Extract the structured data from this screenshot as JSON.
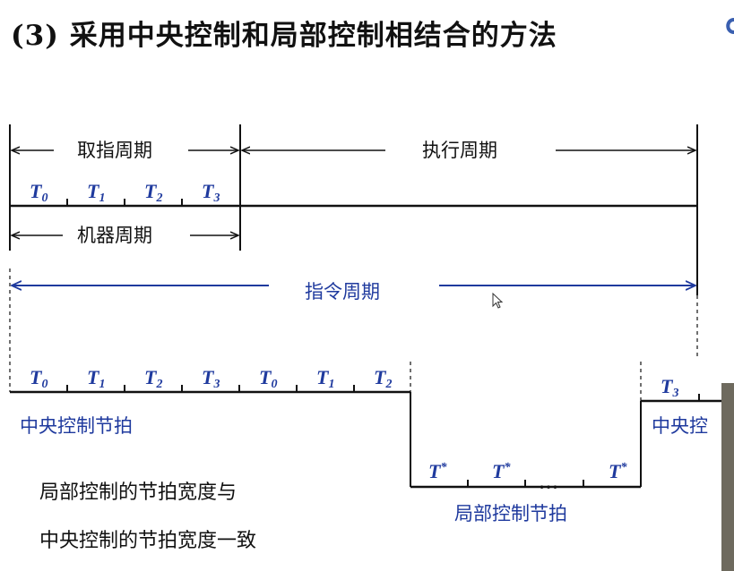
{
  "title": "(3) 采用中央控制和局部控制相结合的方法",
  "top_diagram": {
    "fetch_period_label": "取指周期",
    "execute_period_label": "执行周期",
    "machine_cycle_label": "机器周期",
    "instruction_cycle_label": "指令周期",
    "fetch_ticks": [
      {
        "base": "T",
        "sub": "0"
      },
      {
        "base": "T",
        "sub": "1"
      },
      {
        "base": "T",
        "sub": "2"
      },
      {
        "base": "T",
        "sub": "3"
      }
    ]
  },
  "bottom_diagram": {
    "central_ticks": [
      {
        "base": "T",
        "sub": "0"
      },
      {
        "base": "T",
        "sub": "1"
      },
      {
        "base": "T",
        "sub": "2"
      },
      {
        "base": "T",
        "sub": "3"
      },
      {
        "base": "T",
        "sub": "0"
      },
      {
        "base": "T",
        "sub": "1"
      },
      {
        "base": "T",
        "sub": "2"
      }
    ],
    "resume_tick": {
      "base": "T",
      "sub": "3"
    },
    "local_ticks": [
      {
        "base": "T",
        "sup": "*"
      },
      {
        "base": "T",
        "sup": "*"
      },
      {
        "base": "T",
        "sup": "*"
      }
    ],
    "ellipsis": "…",
    "central_label": "中央控制节拍",
    "central_label_right": "中央控",
    "local_label": "局部控制节拍"
  },
  "notes": [
    "局部控制的节拍宽度与",
    "中央控制的节拍宽度一致"
  ],
  "colors": {
    "accent": "#1f3a9e",
    "text": "#111111",
    "line": "#111111"
  }
}
